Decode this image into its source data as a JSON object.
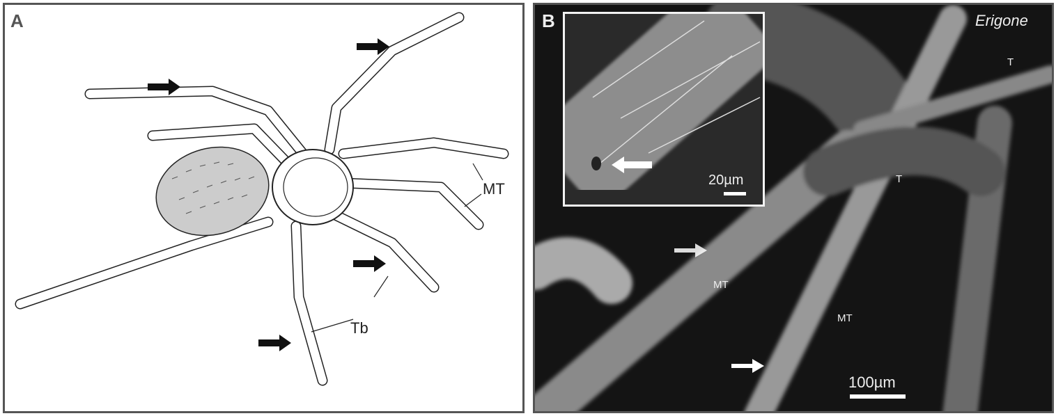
{
  "panel_a": {
    "label": "A",
    "labels": {
      "mt": "MT",
      "tb": "Tb"
    }
  },
  "panel_b": {
    "label": "B",
    "genus": "Erigone",
    "labels": {
      "t1": "T",
      "t2": "T",
      "mt1": "MT",
      "mt2": "MT"
    },
    "inset": {
      "scale_bar": "20µm"
    },
    "scale_bar": "100µm"
  }
}
